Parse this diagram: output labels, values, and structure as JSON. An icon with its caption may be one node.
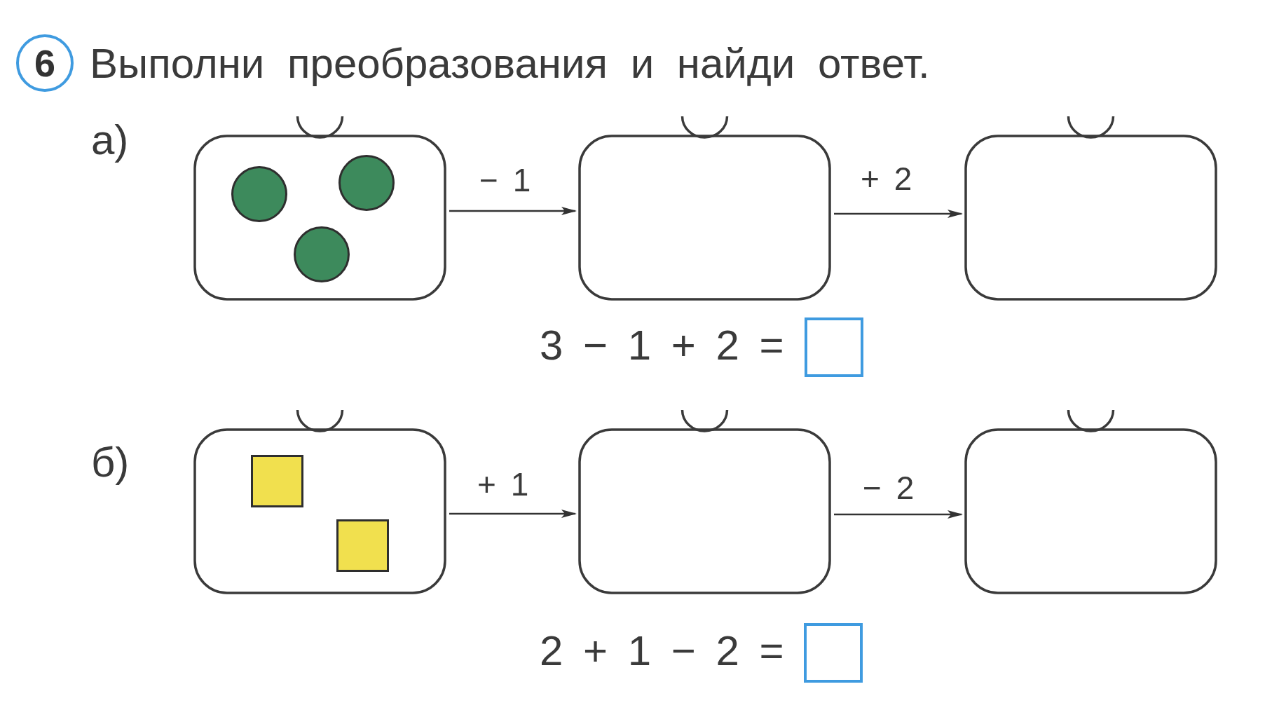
{
  "diagram": {
    "title": "Выполни преобразования и найди ответ.",
    "nodes": [
      {
        "text": [
          "6"
        ]
      },
      {
        "text": [],
        "shape": "bag"
      },
      {
        "text": [],
        "shape": "circle",
        "in": 1
      },
      {
        "text": [],
        "shape": "circle",
        "in": 1
      },
      {
        "text": [],
        "shape": "circle",
        "in": 1
      },
      {
        "text": [],
        "shape": "bag"
      },
      {
        "text": [],
        "shape": "bag"
      },
      {
        "text": [],
        "shape": "box"
      },
      {
        "text": [],
        "shape": "bag"
      },
      {
        "text": [],
        "shape": "square",
        "in": 8
      },
      {
        "text": [],
        "shape": "square",
        "in": 8
      },
      {
        "text": [],
        "shape": "bag"
      },
      {
        "text": [],
        "shape": "bag"
      },
      {
        "text": [],
        "shape": "box"
      }
    ],
    "edges": [
      {
        "from": 1,
        "to": 5,
        "arrow": "to",
        "label": "− 1"
      },
      {
        "from": 5,
        "to": 6,
        "arrow": "to",
        "label": "+ 2"
      },
      {
        "from": 8,
        "to": 11,
        "arrow": "to",
        "label": "+ 1"
      },
      {
        "from": 11,
        "to": 12,
        "arrow": "to",
        "label": "− 2"
      }
    ],
    "labels": [
      "а)",
      "3 − 1 + 2 =",
      "б)",
      "2 + 1 − 2 ="
    ]
  }
}
